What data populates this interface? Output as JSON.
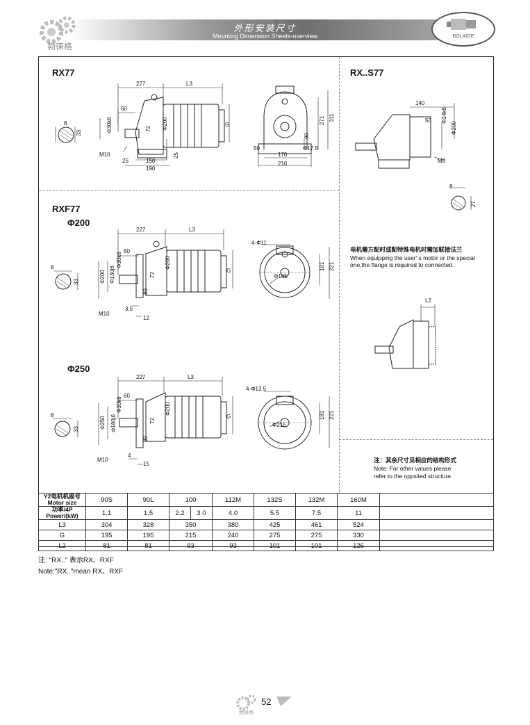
{
  "header": {
    "title_cn": "外形安装尺寸",
    "title_en": "Mounting Dimension Sheets-overview",
    "logo_text": "勃徕格",
    "brand": "BOLAIGE"
  },
  "sections": {
    "rx77": "RX77",
    "rxs77": "RX..S77",
    "rxf77": "RXF77",
    "phi200": "Φ200",
    "phi250": "Φ250"
  },
  "notes": {
    "flange_cn": "电机需方配时或配特殊电机时需加联接法兰",
    "flange_en1": "When equipping the user' s motor or the special",
    "flange_en2": "one,the flange is required to connected.",
    "other_cn": "注：其余尺寸见相应的结构形式",
    "other_en1": "Note: For other values please",
    "other_en2": "refer to the oppsited structure"
  },
  "dims": {
    "rx77": {
      "d227": "227",
      "l3": "L3",
      "d60": "60",
      "d30": "Φ30k6",
      "d33": "33",
      "d8": "8",
      "d72": "72",
      "d200": "Φ200",
      "g": "G",
      "m10": "M10",
      "d25a": "25",
      "d150": "150",
      "d190": "190",
      "d25b": "25",
      "d271": "271",
      "d311": "311",
      "d90": "90",
      "d50": "50",
      "d170": "170",
      "d17": "Φ17.5",
      "d210": "210"
    },
    "rxs77": {
      "d140": "140",
      "d24": "Φ24k6",
      "d50": "50",
      "d200": "Φ200",
      "m8": "M8",
      "d8": "8",
      "d27": "27"
    },
    "rxf200": {
      "d227": "227",
      "l3": "L3",
      "d60": "60",
      "d8": "8",
      "d33": "33",
      "d130": "Φ130j6",
      "d200": "Φ200",
      "d30": "Φ30k6",
      "d72": "72",
      "d200m": "Φ200",
      "g": "G",
      "d80": "80",
      "m10": "M10",
      "d35": "3.5",
      "d12": "12",
      "holes": "4-Φ11",
      "d165": "Φ165",
      "d181": "181",
      "d221": "221",
      "l2": "L2"
    },
    "rxf250": {
      "d227": "227",
      "l3": "L3",
      "d60": "60",
      "d8": "8",
      "d33": "33",
      "d250": "Φ250",
      "d180": "Φ180j6",
      "d30": "Φ30k6",
      "d72": "72",
      "d200": "Φ200",
      "g": "G",
      "d80": "80",
      "m10": "M10",
      "d4": "4",
      "d15": "15",
      "holes": "4-Φ13.5",
      "d215": "Φ215",
      "d181": "181",
      "d221": "221"
    }
  },
  "table": {
    "motor_label": "Y2电机机座号 Motor size",
    "power_label": "功率/4P Power/(kW)",
    "sizes": [
      "90S",
      "90L",
      "100",
      "112M",
      "132S",
      "132M",
      "160M"
    ],
    "power": [
      "1.1",
      "1.5",
      "2.2",
      "3.0",
      "4.0",
      "5.5",
      "7.5",
      "11"
    ],
    "rows": [
      {
        "label": "L3",
        "values": [
          "304",
          "328",
          "350",
          "380",
          "425",
          "461",
          "524"
        ]
      },
      {
        "label": "G",
        "values": [
          "195",
          "195",
          "215",
          "240",
          "275",
          "275",
          "330"
        ]
      },
      {
        "label": "L2",
        "values": [
          "81",
          "81",
          "93",
          "93",
          "101",
          "101",
          "126"
        ]
      }
    ]
  },
  "footnotes": {
    "cn": "注: \"RX..\" 表示RX、RXF",
    "en": "Note:\"RX..\"mean RX、RXF"
  },
  "footer": {
    "page": "52",
    "logo_text": "勃徕格"
  }
}
